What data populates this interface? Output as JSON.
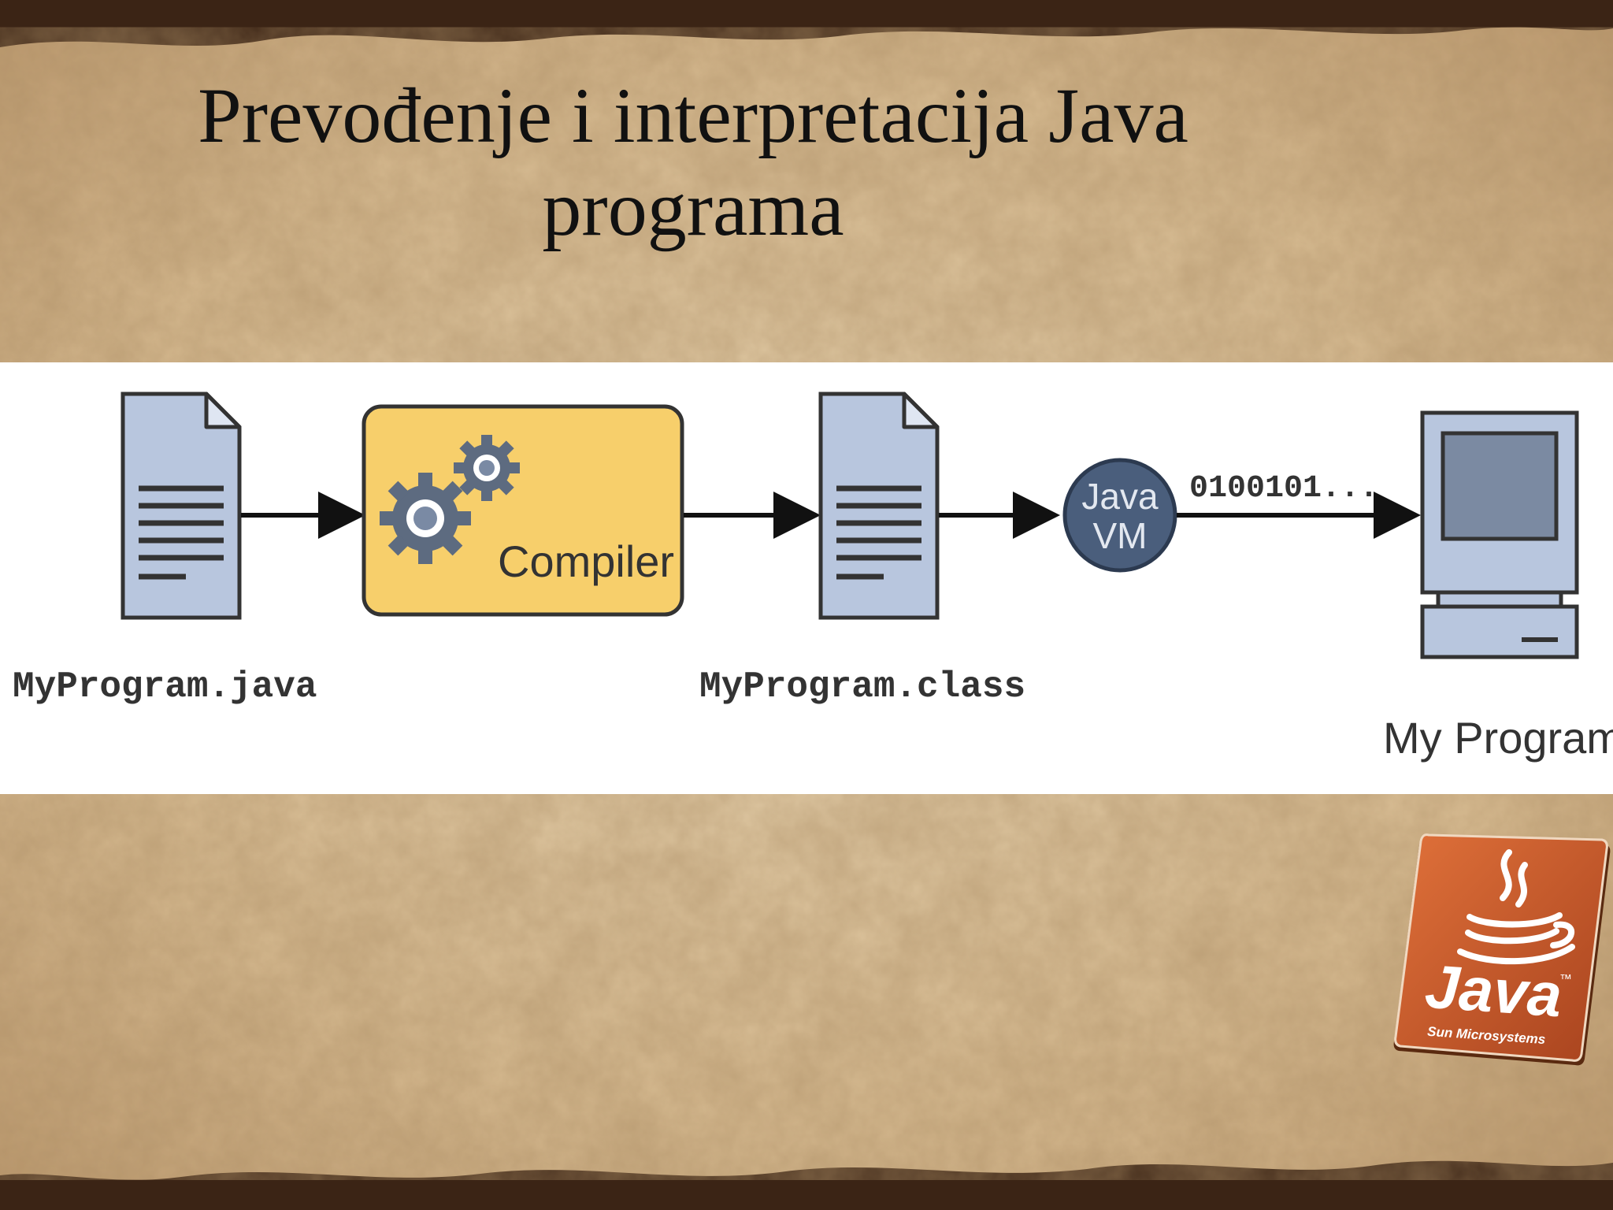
{
  "slide": {
    "title_line1": "Prevođenje i interpretacija Java",
    "title_line2": "programa"
  },
  "diagram": {
    "source_file": "MyProgram.java",
    "compiler_label": "Compiler",
    "class_file": "MyProgram.class",
    "jvm_label_line1": "Java",
    "jvm_label_line2": "VM",
    "binary_text": "0100101...",
    "output_label": "My Program"
  },
  "logo": {
    "word": "Java",
    "tm": "™",
    "company": "Sun Microsystems"
  },
  "colors": {
    "document_fill": "#b8c6de",
    "compiler_fill": "#f7cf6b",
    "jvm_fill": "#4a5e7c",
    "gear_fill": "#5d6b80",
    "logo_orange": "#c2562a"
  }
}
